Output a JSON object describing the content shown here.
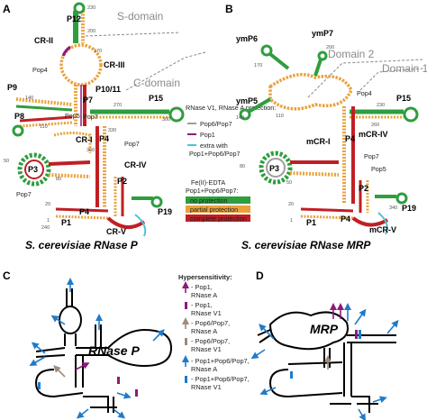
{
  "panels": {
    "A": "A",
    "B": "B",
    "C": "C",
    "D": "D"
  },
  "panel_a": {
    "domains": {
      "s": "S-domain",
      "c": "C-domain"
    },
    "regions": {
      "p12": "P12",
      "cr2": "CR-II",
      "cr3": "CR-III",
      "p9": "P9",
      "p7": "P7",
      "p10_11": "P10/11",
      "p15": "P15",
      "p8": "P8",
      "cr1": "CR-I",
      "p4a": "P4",
      "cr4": "CR-IV",
      "p3": "P3",
      "p2": "P2",
      "p19": "P19",
      "p1": "P1",
      "p4b": "P4",
      "cr5": "CR-V"
    },
    "protein_labels": {
      "pop4": "Pop4",
      "pop5": "Pop5",
      "pop7a": "Pop7",
      "pop7b": "Pop7",
      "pop7c": "Pop7"
    },
    "nt_numbers": [
      "230",
      "200",
      "170",
      "140",
      "110",
      "270",
      "300",
      "330",
      "360",
      "50",
      "80",
      "20",
      "1",
      "240"
    ],
    "caption": "S. cerevisiae RNase P"
  },
  "panel_b": {
    "domains": {
      "d2": "Domain 2",
      "d1": "Domain 1"
    },
    "regions": {
      "ymp6": "ymP6",
      "ymp7": "ymP7",
      "ymp5": "ymP5",
      "p15": "P15",
      "mcr1": "mCR-I",
      "p4a": "P4",
      "mcr4": "mCR-IV",
      "p3": "P3",
      "p2": "P2",
      "p19": "P19",
      "p1": "P1",
      "p4b": "P4",
      "mcr5": "mCR-V"
    },
    "protein_labels": {
      "pop4": "Pop4",
      "pop7": "Pop7",
      "pop5": "Pop5"
    },
    "nt_numbers": [
      "170",
      "140",
      "110",
      "200",
      "230",
      "260",
      "80",
      "50",
      "20",
      "1",
      "340"
    ],
    "caption": "S. cerevisiae RNase MRP"
  },
  "legend_protection": {
    "title": "RNase V1, RNase A protection:",
    "items": [
      {
        "label": "Pop6/Pop7",
        "color": "#9e9e9e"
      },
      {
        "label": "Pop1",
        "color": "#8e1a7a"
      },
      {
        "label": "extra with Pop1+Pop6/Pop7",
        "line1": "extra with",
        "line2": "Pop1+Pop6/Pop7",
        "color": "#54c1d6"
      }
    ]
  },
  "legend_feedta": {
    "title_line1": "Fe(II)-EDTA",
    "title_line2": "Pop1+Pop6/Pop7:",
    "items": [
      {
        "label": "no protection",
        "color": "#2e9e3e"
      },
      {
        "label": "partial protection",
        "color": "#e9a23b"
      },
      {
        "label": "complete protection",
        "color": "#c01f24"
      }
    ]
  },
  "panel_c": {
    "label": "RNase P"
  },
  "panel_d": {
    "label": "MRP"
  },
  "legend_hyper": {
    "title": "Hypersensitivity:",
    "items": [
      {
        "line1": "- Pop1,",
        "line2": "RNase A",
        "color": "#8e1a7a",
        "glyph": "arrow"
      },
      {
        "line1": "- Pop1,",
        "line2": "RNase V1",
        "color": "#8e1a7a",
        "glyph": "bar"
      },
      {
        "line1": "- Pop6/Pop7,",
        "line2": "RNase A",
        "color": "#a08a78",
        "glyph": "arrow"
      },
      {
        "line1": "- Pop6/Pop7,",
        "line2": "RNase V1",
        "color": "#a08a78",
        "glyph": "bar"
      },
      {
        "line1": "- Pop1+Pop6/Pop7,",
        "line2": "RNase A",
        "color": "#1f7bc9",
        "glyph": "arrow"
      },
      {
        "line1": "- Pop1+Pop6/Pop7,",
        "line2": "RNase V1",
        "color": "#1f7bc9",
        "glyph": "bar"
      }
    ]
  }
}
